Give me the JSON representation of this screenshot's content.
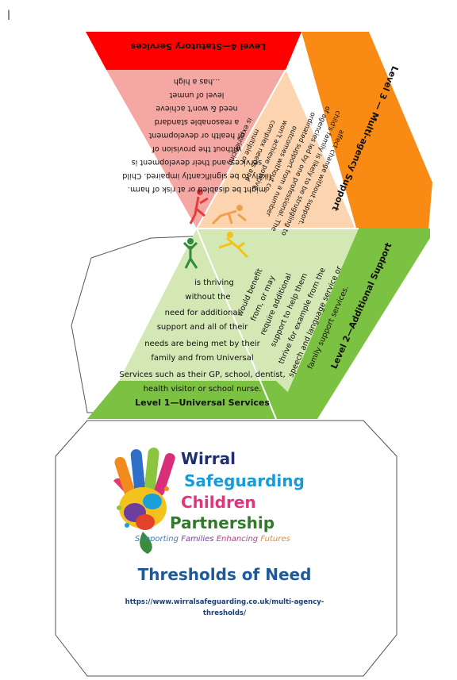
{
  "page_marker": "|",
  "levels": {
    "level4": {
      "title": "Level 4—Statutory Services",
      "color": "#ff0000",
      "fill": "#f4a7a3",
      "lines": [
        "...has a high",
        "level of unmet",
        "need & won't achieve",
        "a reasonable standard",
        "of health or development",
        "without the provision of",
        "services, and their development is",
        "likely to be significantly impaired. Child",
        "might be disabled or at risk of harm."
      ]
    },
    "level3": {
      "title": "Level 3 — Multi-agency Support",
      "color": "#f98b14",
      "fill": "#fcd5b0",
      "lines": [
        "is experiencing",
        "multiple or",
        "complex needs and",
        "won't achieve positive",
        "outcomes without co-",
        "ordinated support from a number",
        "of agencies led by one professional. The",
        "child's family is likely to be struggling to",
        "affect change without support."
      ]
    },
    "level2": {
      "title": "Level 2—Additional Support",
      "color": "#7cc242",
      "fill": "#d3e8b4",
      "lines": [
        "would benefit",
        "from, or may",
        "require additional",
        "support to help them",
        "thrive for example from the",
        "speech and language service or",
        "family     support services."
      ]
    },
    "level1": {
      "title": "Level 1—Universal Services",
      "color": "#7cc242",
      "fill": "#d3e8b4",
      "lines": [
        "is thriving",
        "without the",
        "need for additional",
        "support and all of their",
        "needs are being met by  their",
        "family and from Universal",
        "Services such as their GP, school, dentist,",
        "health visitor or school nurse."
      ]
    }
  },
  "logo": {
    "word1": "Wirral",
    "word2": "Safeguarding",
    "word3": "Children",
    "word4": "Partnership",
    "tagline_a": "Supporting",
    "tagline_b": "Families",
    "tagline_c": "Enhancing",
    "tagline_d": "Futures",
    "colors": {
      "wirral": "#1f2f6e",
      "safeguarding": "#1a9ad6",
      "children": "#e0367c",
      "partnership": "#2f7b2a",
      "tag_blue": "#3b7fc4",
      "tag_purple": "#7a3f9d",
      "tag_magenta": "#c0398a",
      "tag_orange": "#f08a24"
    }
  },
  "title": "Thresholds of Need",
  "url_line1": "https://www.wirralsafeguarding.co.uk/multi-agency-",
  "url_line2": "thresholds/",
  "title_color": "#1e5a97"
}
